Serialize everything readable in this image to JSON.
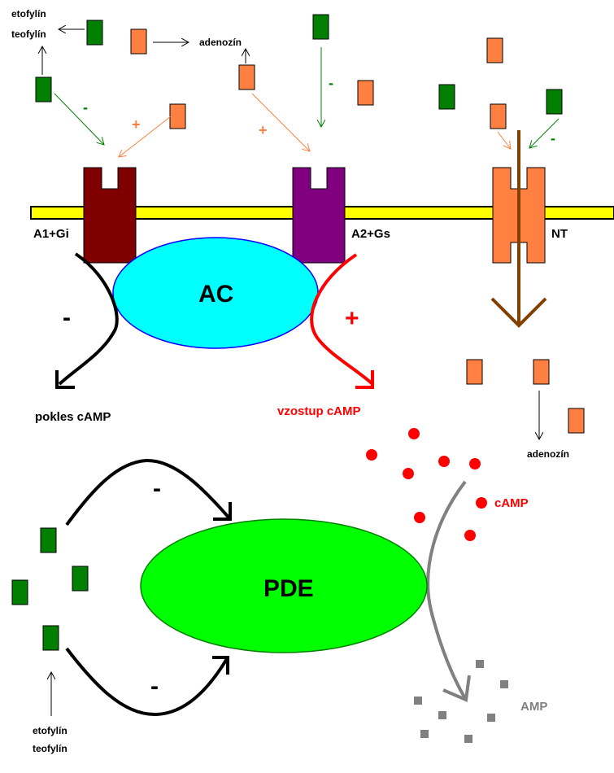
{
  "colors": {
    "membrane": "#ffff00",
    "a1_receptor": "#800000",
    "a2_receptor": "#800080",
    "transporter": "#ff8040",
    "xanthine": "#007f00",
    "adenosine": "#ff8040",
    "ac": "#00ffff",
    "pde": "#00ff00",
    "camp": "#ff0000",
    "amp": "#808080",
    "nt_arrow": "#804000"
  },
  "labels": {
    "etofylin_top": "etofylín",
    "teofylin_top": "teofylín",
    "adenozin_top": "adenozín",
    "a1": "A1+Gi",
    "a2": "A2+Gs",
    "nt": "NT",
    "ac": "AC",
    "minus_ac": "-",
    "plus_ac": "+",
    "pokles": "pokles cAMP",
    "vzostup": "vzostup cAMP",
    "adenozin_right": "adenozín",
    "camp": "cAMP",
    "pde": "PDE",
    "minus_pde_top": "-",
    "minus_pde_bottom": "-",
    "amp": "AMP",
    "etofylin_bottom": "etofylín",
    "teofylin_bottom": "teofylín",
    "minus_a1": "-",
    "plus_a1": "+",
    "plus_a2": "+",
    "minus_a2": "-",
    "minus_nt": "-"
  }
}
